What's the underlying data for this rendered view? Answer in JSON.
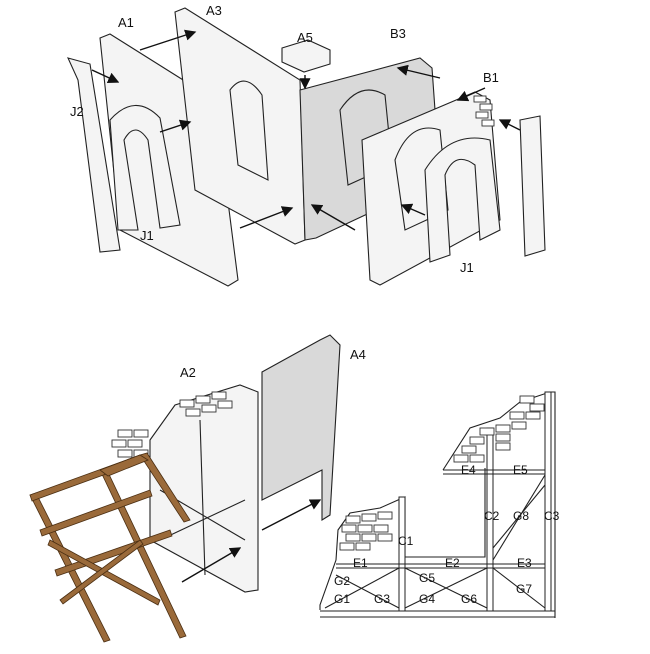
{
  "top_assembly": {
    "labels": {
      "a1": "A1",
      "a3": "A3",
      "a5": "A5",
      "b3": "B3",
      "b1": "B1",
      "j2": "J2",
      "j1_left": "J1",
      "j1_right": "J1"
    }
  },
  "bottom_assembly": {
    "labels": {
      "a2": "A2",
      "a4": "A4"
    }
  },
  "frame_detail": {
    "labels": {
      "e4": "E4",
      "e5": "E5",
      "c2": "C2",
      "g8": "G8",
      "c3": "C3",
      "c1": "C1",
      "e1": "E1",
      "e2": "E2",
      "e3": "E3",
      "g2": "G2",
      "g5": "G5",
      "g1": "G1",
      "g3": "G3",
      "g4": "G4",
      "g6": "G6",
      "g7": "G7"
    }
  },
  "colors": {
    "wood": "#9a6a3a",
    "wall_shade": "#d9d9d9"
  }
}
